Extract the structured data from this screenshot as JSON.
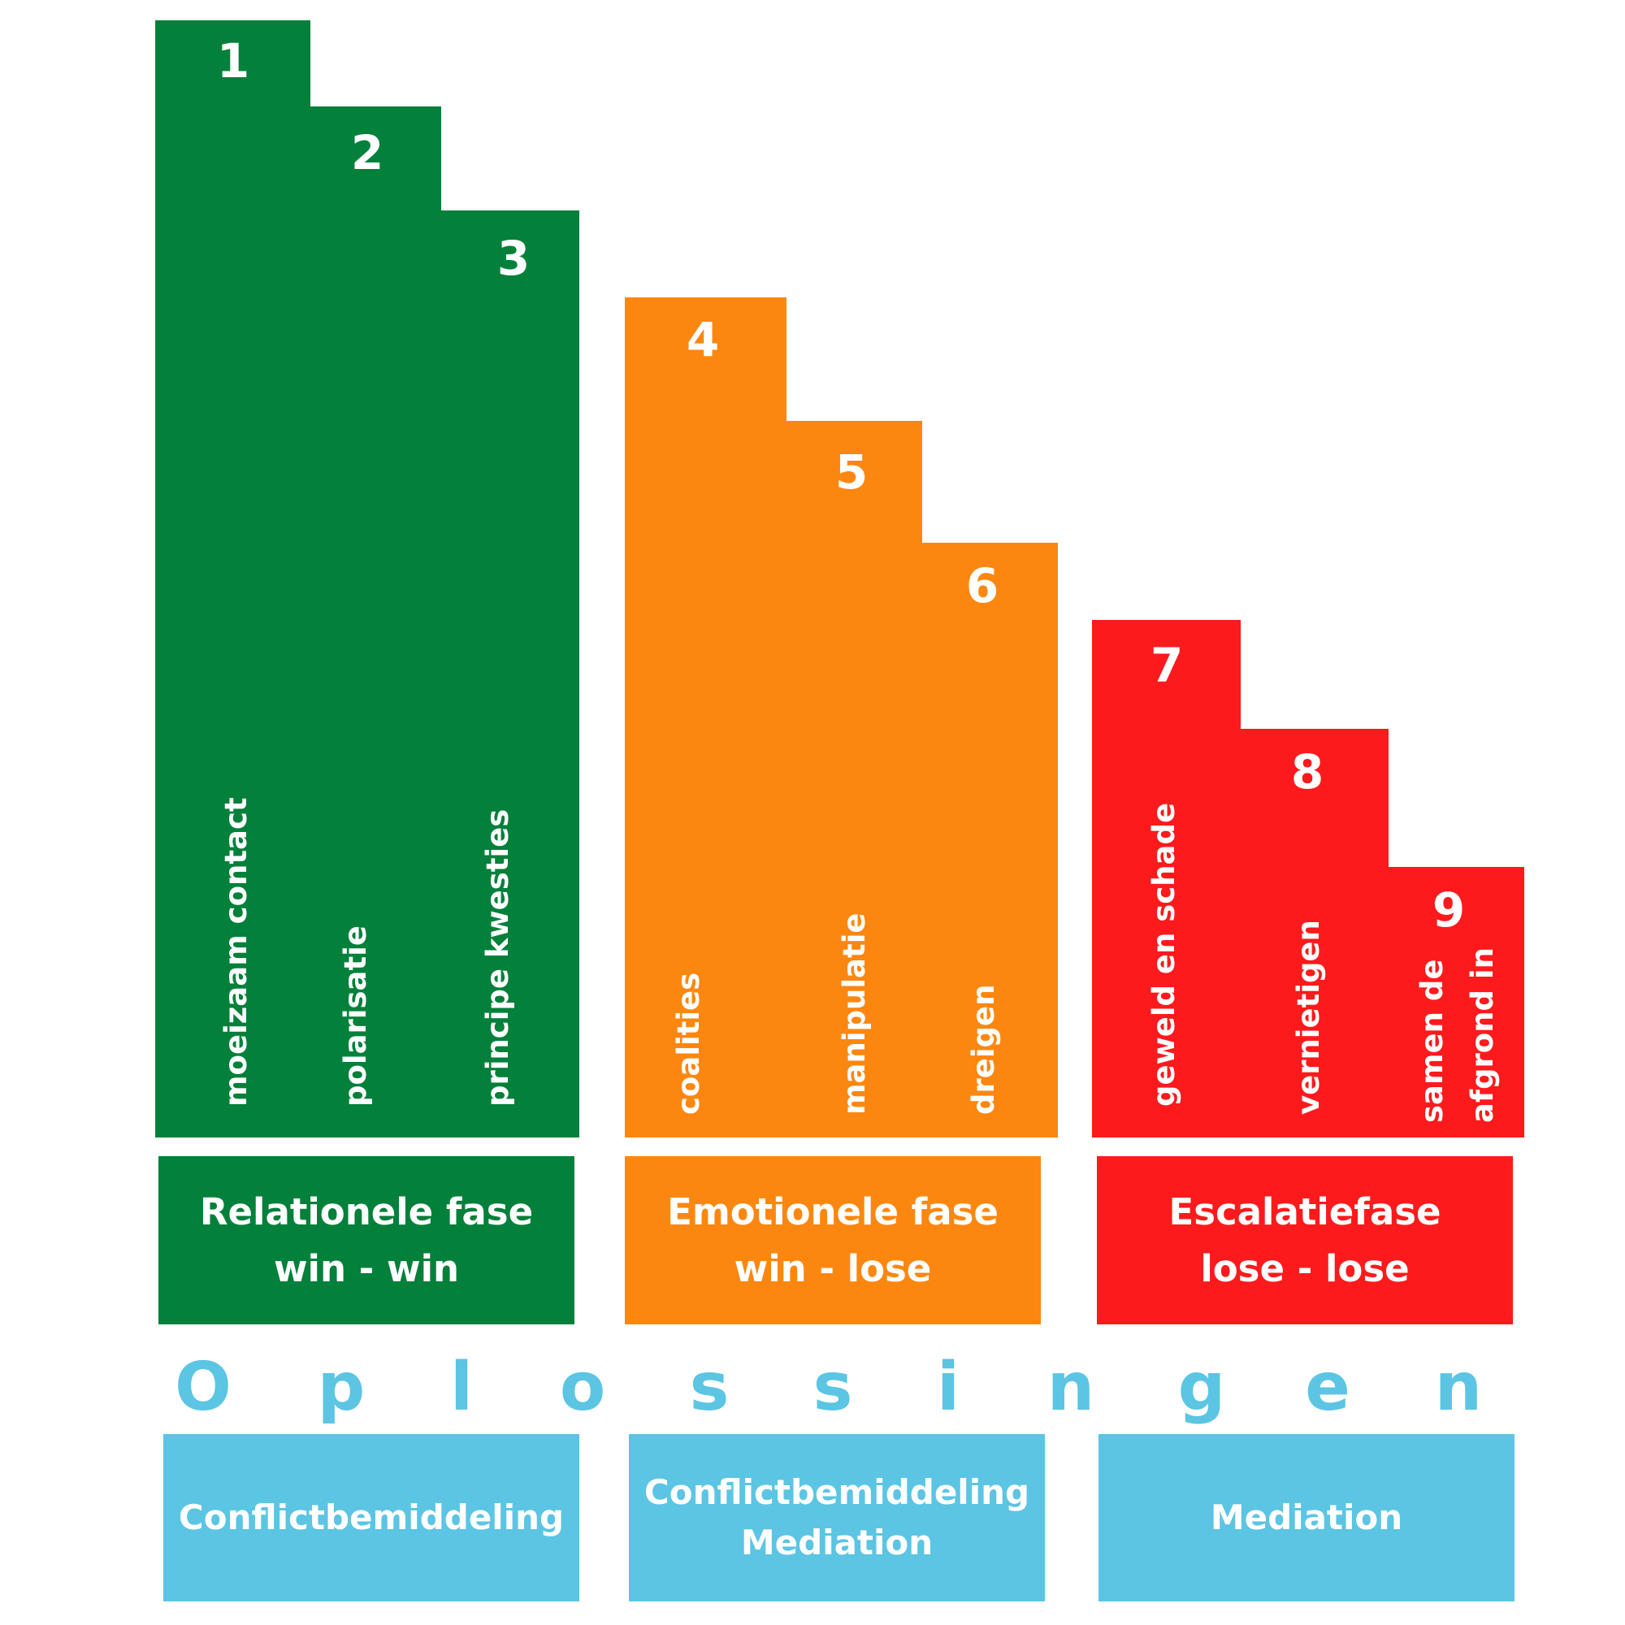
{
  "colors": {
    "green": "#03803a",
    "orange": "#fc8710",
    "red": "#fd1a1c",
    "light_blue": "#5bc5e3",
    "white": "#ffffff"
  },
  "stages": [
    {
      "number": "1",
      "label": "moeizaam contact"
    },
    {
      "number": "2",
      "label": "polarisatie"
    },
    {
      "number": "3",
      "label": "principe kwesties"
    },
    {
      "number": "4",
      "label": "coalities"
    },
    {
      "number": "5",
      "label": "manipulatie"
    },
    {
      "number": "6",
      "label": "dreigen"
    },
    {
      "number": "7",
      "label": "geweld en schade"
    },
    {
      "number": "8",
      "label": "vernietigen"
    },
    {
      "number": "9",
      "label_line1": "samen de",
      "label_line2": "afgrond in"
    }
  ],
  "phases": [
    {
      "name": "Relationele fase",
      "outcome": "win - win"
    },
    {
      "name": "Emotionele fase",
      "outcome": "win - lose"
    },
    {
      "name": "Escalatiefase",
      "outcome": "lose - lose"
    }
  ],
  "solutions_heading": [
    "O",
    "p",
    "l",
    "o",
    "s",
    "s",
    "i",
    "n",
    "g",
    "e",
    "n"
  ],
  "solutions": [
    {
      "line1": "Conflictbemiddeling",
      "line2": ""
    },
    {
      "line1": "Conflictbemiddeling",
      "line2": "Mediation"
    },
    {
      "line1": "Mediation",
      "line2": ""
    }
  ]
}
